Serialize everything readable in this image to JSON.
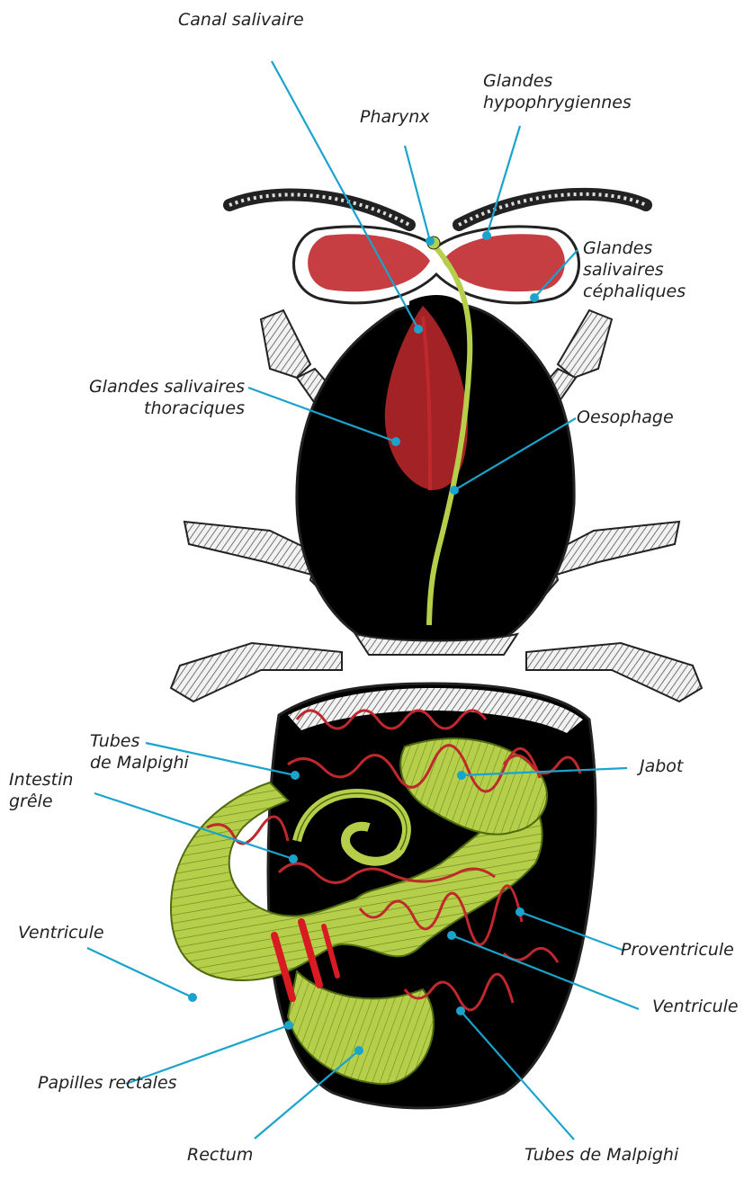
{
  "labels": {
    "canal_salivaire": "Canal salivaire",
    "glandes_hypophrygiennes": "Glandes\nhypophrygiennes",
    "pharynx": "Pharynx",
    "glandes_salivaires_cephaliques": "Glandes\nsalivaires\ncéphaliques",
    "glandes_salivaires_thoraciques": "Glandes salivaires\nthoraciques",
    "oesophage": "Oesophage",
    "tubes_malpighi_top": "Tubes\nde Malpighi",
    "jabot": "Jabot",
    "intestin_grele": "Intestin\ngrêle",
    "ventricule_left": "Ventricule",
    "proventricule": "Proventricule",
    "ventricule_right": "Ventricule",
    "papilles_rectales": "Papilles rectales",
    "rectum": "Rectum",
    "tubes_malpighi_bottom": "Tubes de Malpighi"
  },
  "colors": {
    "leader": "#1aa3cc",
    "digestive_tract": "#b5cf4a",
    "glands_tubes": "#c0282d",
    "body": "#000000"
  }
}
